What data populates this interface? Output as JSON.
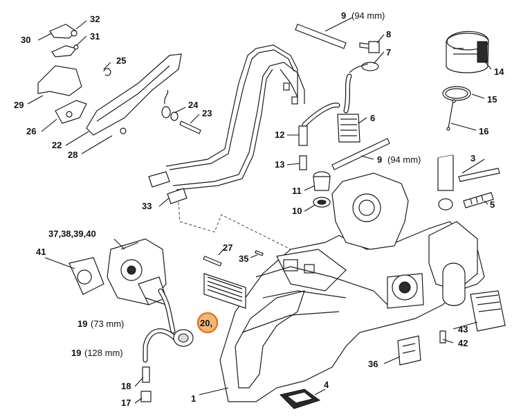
{
  "labels": {
    "p1": "1",
    "p3": "3",
    "p4": "4",
    "p5": "5",
    "p6": "6",
    "p7": "7",
    "p8": "8",
    "p9_top": "9",
    "p9_top_note": "(94 mm)",
    "p9_mid": "9",
    "p9_mid_note": "(94 mm)",
    "p10": "10",
    "p11": "11",
    "p12": "12",
    "p13": "13",
    "p14": "14",
    "p15": "15",
    "p16": "16",
    "p17": "17",
    "p18": "18",
    "p19_a": "19",
    "p19_a_note": "(73 mm)",
    "p19_b": "19",
    "p19_b_note": "(128 mm)",
    "p20": "20,",
    "p22": "22",
    "p23": "23",
    "p24": "24",
    "p25": "25",
    "p26": "26",
    "p27": "27",
    "p28": "28",
    "p29": "29",
    "p30": "30",
    "p31": "31",
    "p32": "32",
    "p33": "33",
    "p35": "35",
    "p36": "36",
    "p37": "37,38,39,40",
    "p41": "41",
    "p42": "42",
    "p43": "43"
  },
  "colors": {
    "highlight_fill": "#f5b57a",
    "highlight_stroke": "#e07a1e",
    "line": "#1a1a1a",
    "shade": "#d9d9d9"
  }
}
